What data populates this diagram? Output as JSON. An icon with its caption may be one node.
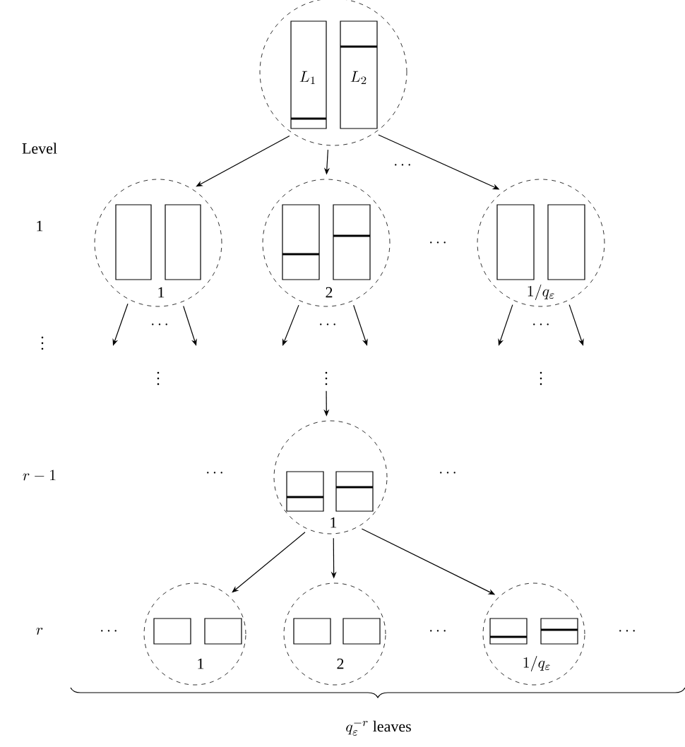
{
  "diagram": {
    "nodes": [
      {
        "text": [
          "L_1",
          "L_2"
        ]
      },
      {
        "text": [
          "1"
        ]
      },
      {
        "text": [
          "2"
        ]
      },
      {
        "text": [
          "1/q_\\varepsilon"
        ]
      },
      {
        "text": [
          "\\vdots"
        ]
      },
      {
        "text": [
          "1"
        ]
      },
      {
        "text": [
          "1"
        ]
      },
      {
        "text": [
          "2"
        ]
      },
      {
        "text": [
          "1/q_\\varepsilon"
        ]
      }
    ],
    "edges": [
      {
        "from": 0,
        "to": 1,
        "arrow": "to"
      },
      {
        "from": 0,
        "to": 2,
        "arrow": "to"
      },
      {
        "from": 0,
        "to": 3,
        "arrow": "to"
      },
      {
        "from": 1,
        "to": null,
        "arrow": "to"
      },
      {
        "from": 1,
        "to": null,
        "arrow": "to"
      },
      {
        "from": 2,
        "to": null,
        "arrow": "to"
      },
      {
        "from": 2,
        "to": null,
        "arrow": "to"
      },
      {
        "from": 3,
        "to": null,
        "arrow": "to"
      },
      {
        "from": 3,
        "to": null,
        "arrow": "to"
      },
      {
        "from": 4,
        "to": 5,
        "arrow": "to"
      },
      {
        "from": 5,
        "to": 6,
        "arrow": "to"
      },
      {
        "from": 5,
        "to": 7,
        "arrow": "to"
      },
      {
        "from": 5,
        "to": 8,
        "arrow": "to"
      }
    ],
    "labels": [
      "Level",
      "\\cdots",
      "1",
      "\\cdots",
      "\\vdots",
      "\\cdots",
      "\\cdots",
      "\\cdots",
      "\\vdots",
      "\\vdots",
      "r-1",
      "\\cdots",
      "\\cdots",
      "r",
      "\\cdots",
      "\\cdots",
      "\\cdots",
      "q_\\varepsilon^{-r}\\ \\mbox{leaves}"
    ]
  }
}
